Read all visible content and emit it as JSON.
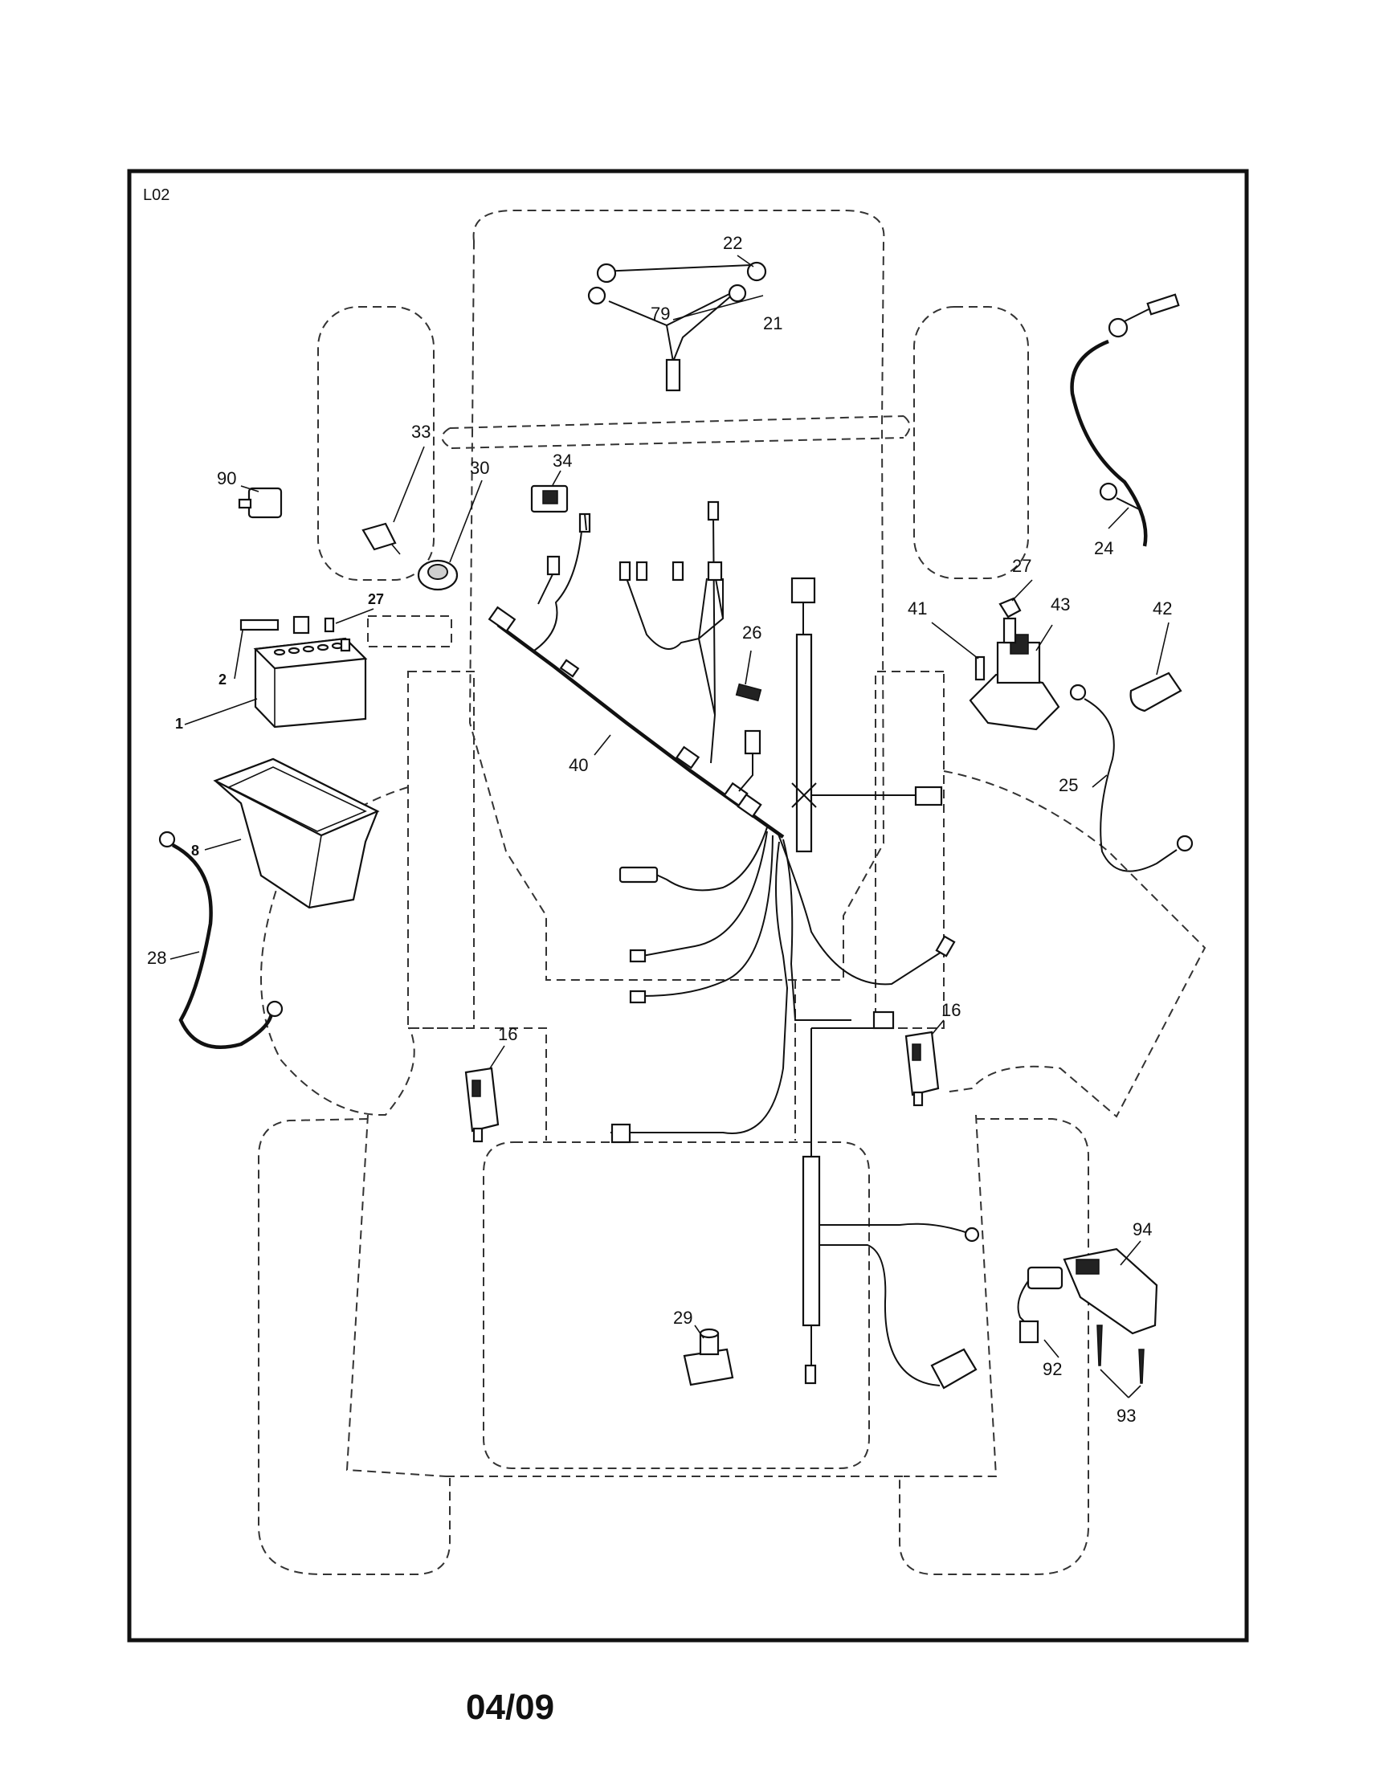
{
  "diagram": {
    "code": "L02",
    "date": "04/09",
    "callouts": {
      "p1": "1",
      "p2": "2",
      "p8": "8",
      "p16a": "16",
      "p16b": "16",
      "p21": "21",
      "p22": "22",
      "p24": "24",
      "p25": "25",
      "p26": "26",
      "p27a": "27",
      "p27b": "27",
      "p28": "28",
      "p29": "29",
      "p30": "30",
      "p33": "33",
      "p34": "34",
      "p40": "40",
      "p41": "41",
      "p42": "42",
      "p43": "43",
      "p79": "79",
      "p90": "90",
      "p92": "92",
      "p93": "93",
      "p94": "94"
    }
  }
}
